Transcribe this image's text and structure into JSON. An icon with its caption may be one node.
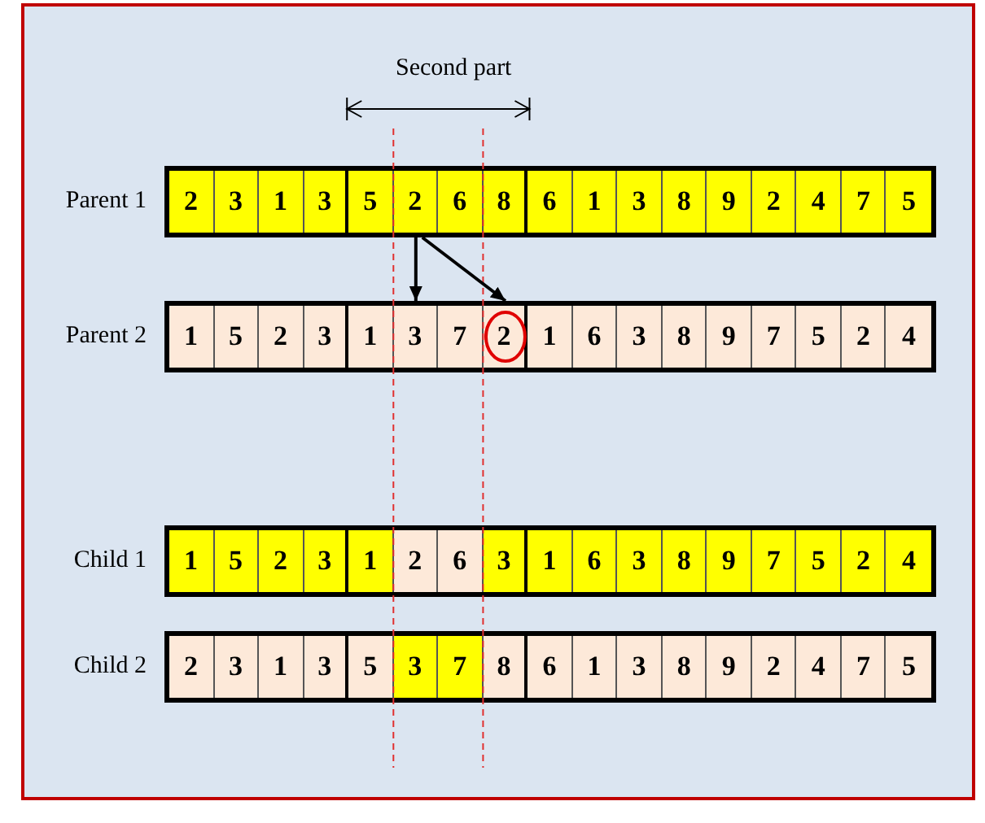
{
  "diagram": {
    "nodes": [
      {
        "text": [
          "Parent 1"
        ]
      },
      {
        "text": [
          "2"
        ],
        "in": 0
      },
      {
        "text": [
          "3"
        ],
        "in": 0
      },
      {
        "text": [
          "1"
        ],
        "in": 0
      },
      {
        "text": [
          "3"
        ],
        "in": 0
      },
      {
        "text": [
          "5"
        ],
        "in": 0
      },
      {
        "text": [
          "2"
        ],
        "in": 0
      },
      {
        "text": [
          "6"
        ],
        "in": 0
      },
      {
        "text": [
          "8"
        ],
        "in": 0
      },
      {
        "text": [
          "6"
        ],
        "in": 0
      },
      {
        "text": [
          "1"
        ],
        "in": 0
      },
      {
        "text": [
          "3"
        ],
        "in": 0
      },
      {
        "text": [
          "8"
        ],
        "in": 0
      },
      {
        "text": [
          "9"
        ],
        "in": 0
      },
      {
        "text": [
          "2"
        ],
        "in": 0
      },
      {
        "text": [
          "4"
        ],
        "in": 0
      },
      {
        "text": [
          "7"
        ],
        "in": 0
      },
      {
        "text": [
          "5"
        ],
        "in": 0
      },
      {
        "text": [
          "Parent 2"
        ]
      },
      {
        "text": [
          "1"
        ],
        "in": 18
      },
      {
        "text": [
          "5"
        ],
        "in": 18
      },
      {
        "text": [
          "2"
        ],
        "in": 18
      },
      {
        "text": [
          "3"
        ],
        "in": 18
      },
      {
        "text": [
          "1"
        ],
        "in": 18
      },
      {
        "text": [
          "3"
        ],
        "in": 18
      },
      {
        "text": [
          "7"
        ],
        "in": 18
      },
      {
        "text": [
          "2"
        ],
        "in": 18
      },
      {
        "text": [
          "1"
        ],
        "in": 18
      },
      {
        "text": [
          "6"
        ],
        "in": 18
      },
      {
        "text": [
          "3"
        ],
        "in": 18
      },
      {
        "text": [
          "8"
        ],
        "in": 18
      },
      {
        "text": [
          "9"
        ],
        "in": 18
      },
      {
        "text": [
          "7"
        ],
        "in": 18
      },
      {
        "text": [
          "5"
        ],
        "in": 18
      },
      {
        "text": [
          "2"
        ],
        "in": 18
      },
      {
        "text": [
          "4"
        ],
        "in": 18
      },
      {
        "text": [
          "Child 1"
        ]
      },
      {
        "text": [
          "1"
        ],
        "in": 36
      },
      {
        "text": [
          "5"
        ],
        "in": 36
      },
      {
        "text": [
          "2"
        ],
        "in": 36
      },
      {
        "text": [
          "3"
        ],
        "in": 36
      },
      {
        "text": [
          "1"
        ],
        "in": 36
      },
      {
        "text": [
          "2"
        ],
        "in": 36
      },
      {
        "text": [
          "6"
        ],
        "in": 36
      },
      {
        "text": [
          "3"
        ],
        "in": 36
      },
      {
        "text": [
          "1"
        ],
        "in": 36
      },
      {
        "text": [
          "6"
        ],
        "in": 36
      },
      {
        "text": [
          "3"
        ],
        "in": 36
      },
      {
        "text": [
          "8"
        ],
        "in": 36
      },
      {
        "text": [
          "9"
        ],
        "in": 36
      },
      {
        "text": [
          "7"
        ],
        "in": 36
      },
      {
        "text": [
          "5"
        ],
        "in": 36
      },
      {
        "text": [
          "2"
        ],
        "in": 36
      },
      {
        "text": [
          "4"
        ],
        "in": 36
      },
      {
        "text": [
          "Child 2"
        ]
      },
      {
        "text": [
          "2"
        ],
        "in": 54
      },
      {
        "text": [
          "3"
        ],
        "in": 54
      },
      {
        "text": [
          "1"
        ],
        "in": 54
      },
      {
        "text": [
          "3"
        ],
        "in": 54
      },
      {
        "text": [
          "5"
        ],
        "in": 54
      },
      {
        "text": [
          "3"
        ],
        "in": 54
      },
      {
        "text": [
          "7"
        ],
        "in": 54
      },
      {
        "text": [
          "8"
        ],
        "in": 54
      },
      {
        "text": [
          "6"
        ],
        "in": 54
      },
      {
        "text": [
          "1"
        ],
        "in": 54
      },
      {
        "text": [
          "3"
        ],
        "in": 54
      },
      {
        "text": [
          "8"
        ],
        "in": 54
      },
      {
        "text": [
          "9"
        ],
        "in": 54
      },
      {
        "text": [
          "2"
        ],
        "in": 54
      },
      {
        "text": [
          "4"
        ],
        "in": 54
      },
      {
        "text": [
          "7"
        ],
        "in": 54
      },
      {
        "text": [
          "5"
        ],
        "in": 54
      }
    ],
    "edges": [
      {
        "from": 6,
        "to": 24,
        "arrow": "to"
      },
      {
        "from": 6,
        "to": 26,
        "arrow": "to"
      }
    ],
    "labels": [
      "Second part"
    ]
  }
}
